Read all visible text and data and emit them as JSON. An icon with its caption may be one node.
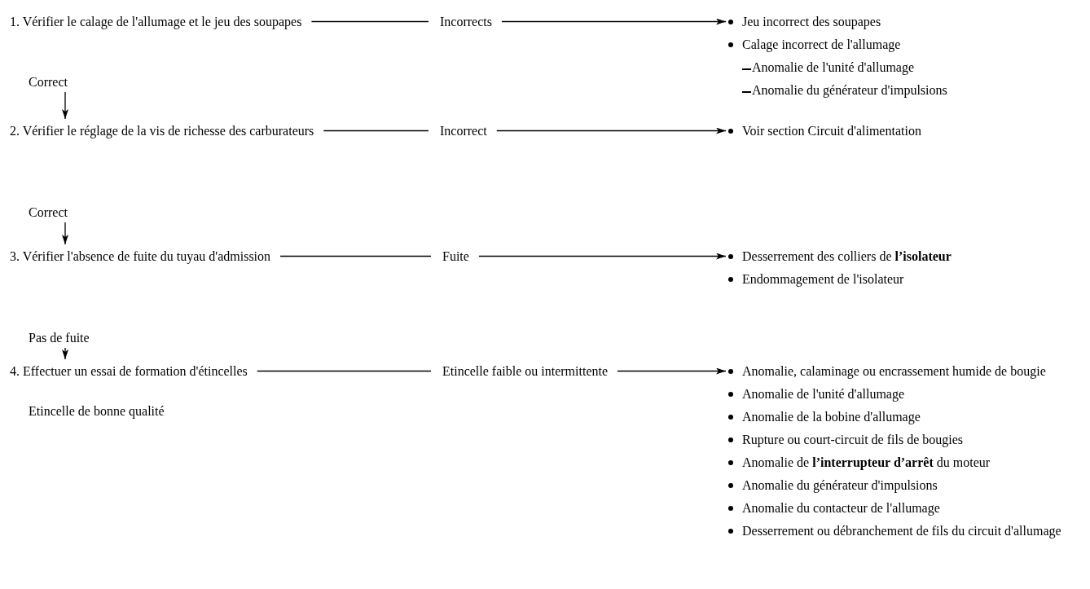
{
  "diagram": {
    "nodes": [
      {
        "text": [
          "1. Vérifier le calage de l'allumage et le jeu des soupapes"
        ]
      },
      {
        "text": [
          "Incorrects"
        ]
      },
      {
        "text": [
          "Jeu incorrect des soupapes",
          "Calage incorrect de l'allumage",
          "Anomalie de l'unité d'allumage",
          "Anomalie du générateur d'impulsions"
        ]
      },
      {
        "text": [
          "Correct"
        ]
      },
      {
        "text": [
          "2. Vérifier le réglage de la vis de richesse des carburateurs"
        ]
      },
      {
        "text": [
          "Incorrect"
        ]
      },
      {
        "text": [
          "Voir section Circuit d'alimentation"
        ]
      },
      {
        "text": [
          "Correct"
        ]
      },
      {
        "text": [
          "3. Vérifier l'absence de fuite du tuyau d'admission"
        ]
      },
      {
        "text": [
          "Fuite"
        ]
      },
      {
        "text": [
          "Desserrement des colliers de **l’isolateur**",
          "Endommagement de l'isolateur"
        ]
      },
      {
        "text": [
          "Pas de fuite"
        ]
      },
      {
        "text": [
          "4. Effectuer un essai de formation d'étincelles"
        ]
      },
      {
        "text": [
          "Etincelle faible ou intermittente"
        ]
      },
      {
        "text": [
          "Anomalie, calaminage ou encrassement humide de bougie",
          "Anomalie de l'unité d'allumage",
          "Anomalie de la bobine d'allumage",
          "Rupture ou court-circuit de fils de bougies",
          "Anomalie de **l’interrupteur d’arrêt** du moteur",
          "Anomalie du générateur d'impulsions",
          "Anomalie du contacteur de l'allumage",
          "Desserrement ou débranchement de fils du circuit d'allumage"
        ]
      }
    ],
    "edges": [
      {
        "from": 0,
        "to": 1,
        "arrow": "none"
      },
      {
        "from": 1,
        "to": 2,
        "arrow": "to"
      },
      {
        "from": 3,
        "to": 4,
        "arrow": "to"
      },
      {
        "from": 4,
        "to": 5,
        "arrow": "none"
      },
      {
        "from": 5,
        "to": 6,
        "arrow": "to"
      },
      {
        "from": 7,
        "to": 8,
        "arrow": "to"
      },
      {
        "from": 8,
        "to": 9,
        "arrow": "none"
      },
      {
        "from": 9,
        "to": 10,
        "arrow": "to"
      },
      {
        "from": 11,
        "to": 12,
        "arrow": "to"
      },
      {
        "from": 12,
        "to": 13,
        "arrow": "none"
      },
      {
        "from": 13,
        "to": 14,
        "arrow": "to"
      }
    ],
    "labels": [
      "Etincelle de bonne qualité"
    ]
  }
}
